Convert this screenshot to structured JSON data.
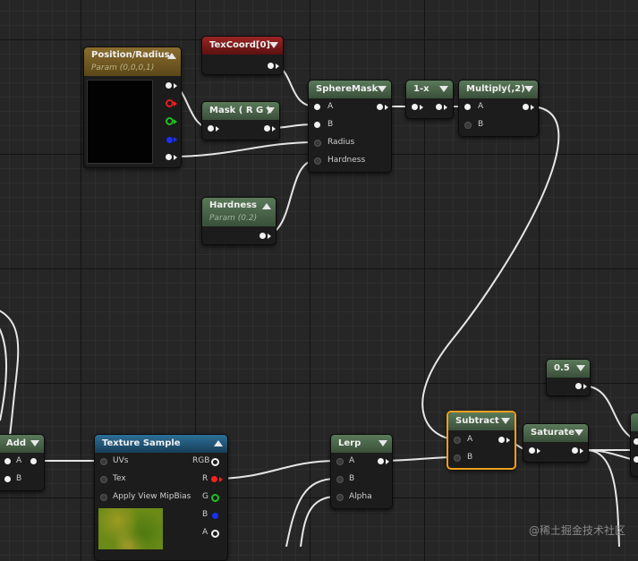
{
  "nodes": {
    "position_radius": {
      "title": "Position/Radius",
      "subtitle": "Param (0,0,0,1)"
    },
    "texcoord": {
      "title": "TexCoord[0]"
    },
    "mask": {
      "title": "Mask ( R G )"
    },
    "spheremask": {
      "title": "SphereMask",
      "pins": [
        "A",
        "B",
        "Radius",
        "Hardness"
      ]
    },
    "one_minus_x": {
      "title": "1-x"
    },
    "multiply": {
      "title": "Multiply(,2)",
      "pins": [
        "A",
        "B"
      ]
    },
    "hardness": {
      "title": "Hardness",
      "subtitle": "Param (0.2)"
    },
    "add": {
      "title": "Add",
      "pins": [
        "A",
        "B"
      ]
    },
    "texture_sample": {
      "title": "Texture Sample",
      "inputs": [
        "UVs",
        "Tex",
        "Apply View MipBias"
      ],
      "outputs": [
        "RGB",
        "R",
        "G",
        "B",
        "A"
      ]
    },
    "lerp": {
      "title": "Lerp",
      "pins": [
        "A",
        "B",
        "Alpha"
      ]
    },
    "subtract": {
      "title": "Subtract",
      "pins": [
        "A",
        "B"
      ]
    },
    "saturate": {
      "title": "Saturate"
    },
    "constant": {
      "title": "0.5"
    }
  },
  "watermark": "@稀土掘金技术社区",
  "colors": {
    "canvas": "#262626",
    "node_body": "#1b1c1b",
    "header_green": "#4a654a",
    "header_gold": "#725a24",
    "header_red": "#7c1a1a",
    "header_blue": "#225877",
    "selection": "#f0a020"
  }
}
